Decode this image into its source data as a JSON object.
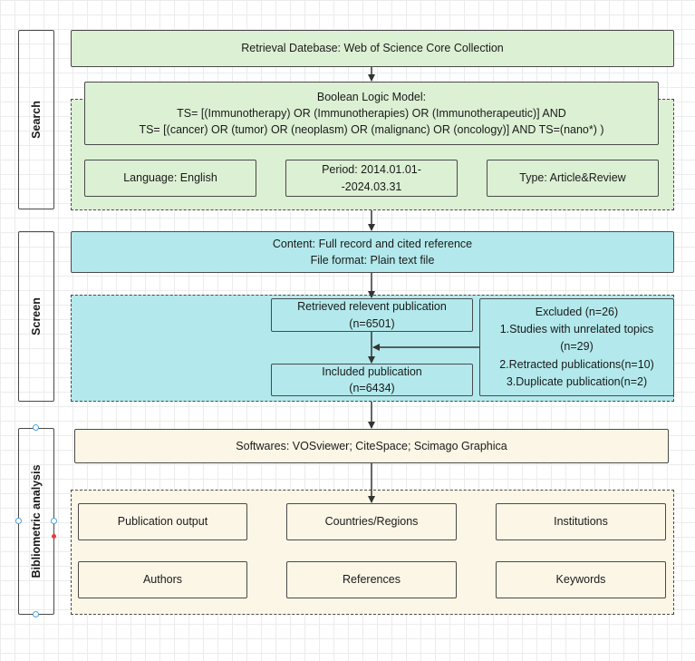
{
  "stages": {
    "search": "Search",
    "screen": "Screen",
    "analysis": "Bibliometric analysis"
  },
  "database": "Retrieval Datebase: Web of Science Core Collection",
  "boolean": {
    "title": "Boolean Logic Model:",
    "line1": "TS= [(Immunotherapy) OR (Immunotherapies) OR (Immunotherapeutic)] AND",
    "line2": "TS= [(cancer) OR (tumor) OR (neoplasm) OR (malignanc) OR (oncology)] AND TS=(nano*) )"
  },
  "filters": {
    "language": "Language: English",
    "period_line1": "Period: 2014.01.01-",
    "period_line2": "-2024.03.31",
    "type": "Type: Article&Review"
  },
  "content": {
    "line1": "Content: Full record and cited reference",
    "line2": "File format: Plain text file"
  },
  "retrieved": {
    "label": "Retrieved relevent publication",
    "count": "(n=6501)"
  },
  "included": {
    "label": "Included publication",
    "count": "(n=6434)"
  },
  "excluded": {
    "title": "Excluded (n=26)",
    "item1": "1.Studies with unrelated  topics",
    "item1_count": "(n=29)",
    "item2": "2.Retracted publications(n=10)",
    "item3": "3.Duplicate publication(n=2)"
  },
  "softwares": "Softwares: VOSviewer; CiteSpace; Scimago Graphica",
  "analyses": {
    "publication_output": "Publication output",
    "countries": "Countries/Regions",
    "institutions": "Institutions",
    "authors": "Authors",
    "references": "References",
    "keywords": "Keywords"
  },
  "colors": {
    "search": "#dcf0d4",
    "screen": "#b3e9ec",
    "analysis": "#fbf6e6",
    "border": "#4a4a4a",
    "selection_handle": "#4aa3df"
  }
}
